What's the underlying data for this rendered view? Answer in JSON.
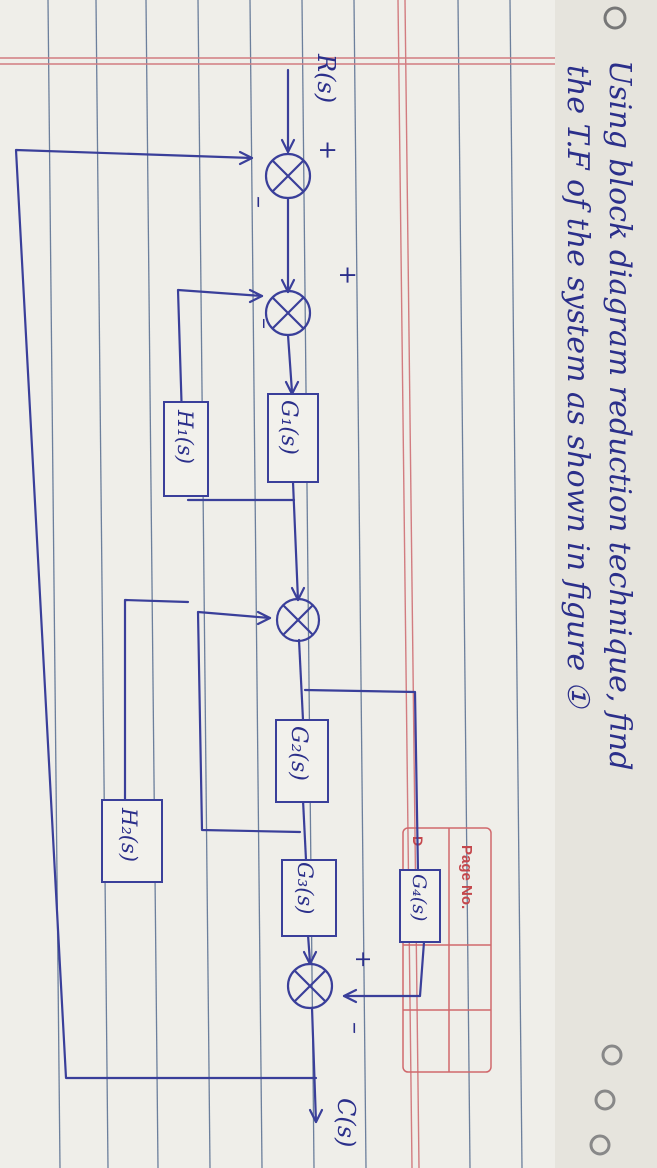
{
  "question": {
    "line1": "Using block diagram reduction technique, find",
    "line2": "the T.F of the system as shown in figure ①"
  },
  "page_box": {
    "label": "Page No.",
    "date_label": "D"
  },
  "signals": {
    "input": "R(s)",
    "output": "C(s)"
  },
  "signs": {
    "s1_top": "+",
    "s1_bottom": "–",
    "s2_top": "+",
    "s2_bottom": "–",
    "s4_top": "+",
    "s4_bottom": "–"
  },
  "blocks": {
    "g1": "G₁(s)",
    "g2": "G₂(s)",
    "g3": "G₃(s)",
    "g4": "G₄(s)",
    "h1": "H₁(s)",
    "h2": "H₂(s)"
  },
  "colors": {
    "ink": "#3a3f9a",
    "margin_red": "#d27c80",
    "paper": "#efeee9",
    "rules": "#6c7f9c"
  }
}
